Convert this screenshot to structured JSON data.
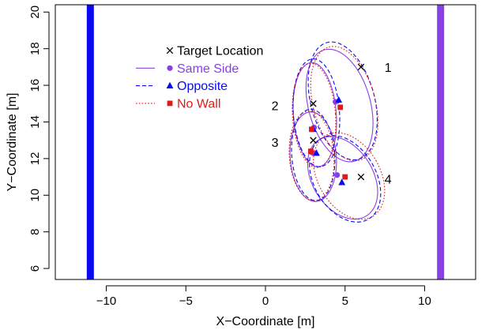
{
  "chart_data": {
    "type": "scatter",
    "title": "",
    "xlabel": "X−Coordinate [m]",
    "ylabel": "Y−Coordinate [m]",
    "xlim": [
      -13.2,
      13.2
    ],
    "ylim": [
      5.4,
      20.4
    ],
    "x_ticks": [
      -10,
      -5,
      0,
      5,
      10
    ],
    "x_tick_labels": [
      "−10",
      "−5",
      "0",
      "5",
      "10"
    ],
    "y_ticks": [
      6,
      8,
      10,
      12,
      14,
      16,
      18,
      20
    ],
    "y_tick_labels": [
      "6",
      "8",
      "10",
      "12",
      "14",
      "16",
      "18",
      "20"
    ],
    "grid": false,
    "legend_position": "top-left",
    "walls": [
      {
        "x": -11,
        "color": "#0a0af0"
      },
      {
        "x": 11,
        "color": "#8a3fe6"
      }
    ],
    "targets": {
      "name": "Target Location",
      "color": "#000000",
      "points": [
        {
          "label": "1",
          "x": 6.0,
          "y": 17.0
        },
        {
          "label": "2",
          "x": 3.0,
          "y": 15.0
        },
        {
          "label": "3",
          "x": 3.0,
          "y": 13.0
        },
        {
          "label": "4",
          "x": 6.0,
          "y": 11.0
        }
      ]
    },
    "annotations": [
      {
        "text": "1",
        "x": 7.7,
        "y": 17.0
      },
      {
        "text": "2",
        "x": 0.6,
        "y": 14.9
      },
      {
        "text": "3",
        "x": 0.6,
        "y": 12.9
      },
      {
        "text": "4",
        "x": 7.7,
        "y": 10.9
      }
    ],
    "series": [
      {
        "name": "Same Side",
        "color": "#8a3fe6",
        "marker": "circle",
        "line": "solid",
        "points": [
          {
            "x": 4.4,
            "y": 15.1
          },
          {
            "x": 3.05,
            "y": 13.7
          },
          {
            "x": 3.0,
            "y": 12.3
          },
          {
            "x": 4.5,
            "y": 11.1
          }
        ],
        "ellipses": [
          {
            "cx": 4.65,
            "cy": 14.9,
            "rx": 1.95,
            "ry": 3.15,
            "angle": -15
          },
          {
            "cx": 3.1,
            "cy": 14.4,
            "rx": 1.35,
            "ry": 2.85,
            "angle": -4
          },
          {
            "cx": 3.0,
            "cy": 12.1,
            "rx": 1.45,
            "ry": 2.45,
            "angle": -4
          },
          {
            "cx": 4.85,
            "cy": 10.95,
            "rx": 1.9,
            "ry": 2.45,
            "angle": -32
          }
        ]
      },
      {
        "name": "Opposite",
        "color": "#0a0af0",
        "marker": "triangle",
        "line": "dashed",
        "points": [
          {
            "x": 4.6,
            "y": 15.2
          },
          {
            "x": 3.0,
            "y": 13.6
          },
          {
            "x": 3.2,
            "y": 12.3
          },
          {
            "x": 4.8,
            "y": 10.7
          }
        ],
        "ellipses": [
          {
            "cx": 4.85,
            "cy": 15.15,
            "rx": 2.0,
            "ry": 3.3,
            "angle": -15
          },
          {
            "cx": 3.2,
            "cy": 14.5,
            "rx": 1.45,
            "ry": 2.95,
            "angle": -4
          },
          {
            "cx": 3.0,
            "cy": 12.2,
            "rx": 1.35,
            "ry": 2.5,
            "angle": -4
          },
          {
            "cx": 5.0,
            "cy": 10.9,
            "rx": 1.95,
            "ry": 2.55,
            "angle": -30
          }
        ]
      },
      {
        "name": "No Wall",
        "color": "#e0191a",
        "marker": "square",
        "line": "dotted",
        "points": [
          {
            "x": 4.7,
            "y": 14.8
          },
          {
            "x": 2.9,
            "y": 13.6
          },
          {
            "x": 2.85,
            "y": 12.4
          },
          {
            "x": 5.0,
            "y": 11.0
          }
        ],
        "ellipses": [
          {
            "cx": 4.95,
            "cy": 15.0,
            "rx": 1.95,
            "ry": 3.2,
            "angle": -15
          },
          {
            "cx": 3.05,
            "cy": 14.35,
            "rx": 1.35,
            "ry": 2.85,
            "angle": -4
          },
          {
            "cx": 2.9,
            "cy": 12.15,
            "rx": 1.4,
            "ry": 2.45,
            "angle": -4
          },
          {
            "cx": 5.25,
            "cy": 11.05,
            "rx": 1.95,
            "ry": 2.55,
            "angle": -30
          }
        ]
      }
    ]
  }
}
